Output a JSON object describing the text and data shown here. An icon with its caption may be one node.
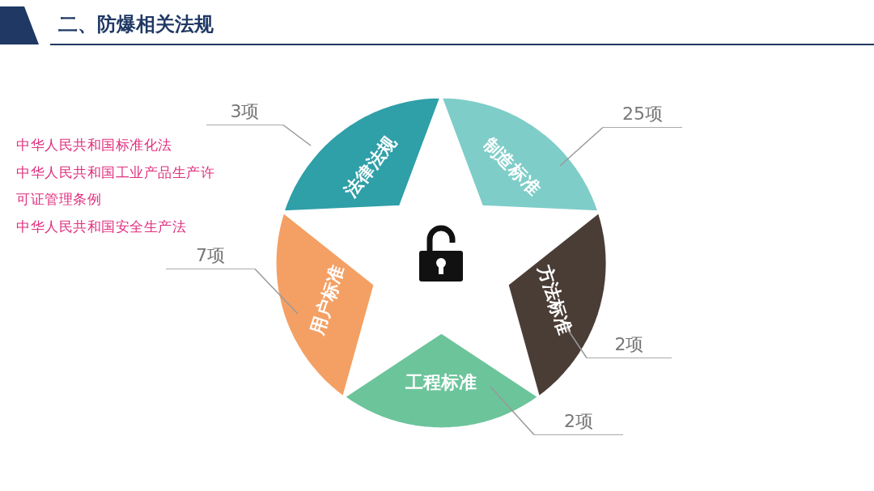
{
  "diagram": {
    "title": "二、防爆相关法规",
    "nodes": [
      {
        "text": [
          "法律法规"
        ]
      },
      {
        "text": [
          "制造标准"
        ]
      },
      {
        "text": [
          "方法标准"
        ]
      },
      {
        "text": [
          "工程标准"
        ]
      },
      {
        "text": [
          "用户标准"
        ]
      },
      {
        "text": [
          "3项"
        ]
      },
      {
        "text": [
          "25项"
        ]
      },
      {
        "text": [
          "2项"
        ]
      },
      {
        "text": [
          "2项"
        ]
      },
      {
        "text": [
          "7项"
        ]
      }
    ],
    "edges": [
      {
        "from": 5,
        "to": 0,
        "arrow": "none"
      },
      {
        "from": 6,
        "to": 1,
        "arrow": "none"
      },
      {
        "from": 7,
        "to": 2,
        "arrow": "none"
      },
      {
        "from": 8,
        "to": 3,
        "arrow": "none"
      },
      {
        "from": 9,
        "to": 4,
        "arrow": "none"
      }
    ],
    "labels": [
      "中华人民共和国标准化法",
      "中华人民共和国工业产品生产许可证管理条例",
      "中华人民共和国安全生产法"
    ]
  }
}
